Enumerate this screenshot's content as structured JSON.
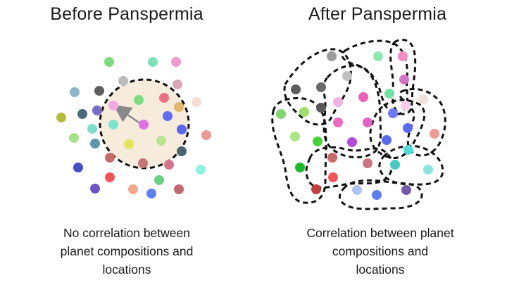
{
  "panels": [
    {
      "title": "Before Panspermia",
      "caption_lines": [
        "No correlation between",
        "planet compositions and",
        "locations"
      ]
    },
    {
      "title": "After Panspermia",
      "caption_lines": [
        "Correlation between planet",
        "compositions and",
        "locations"
      ]
    }
  ]
}
